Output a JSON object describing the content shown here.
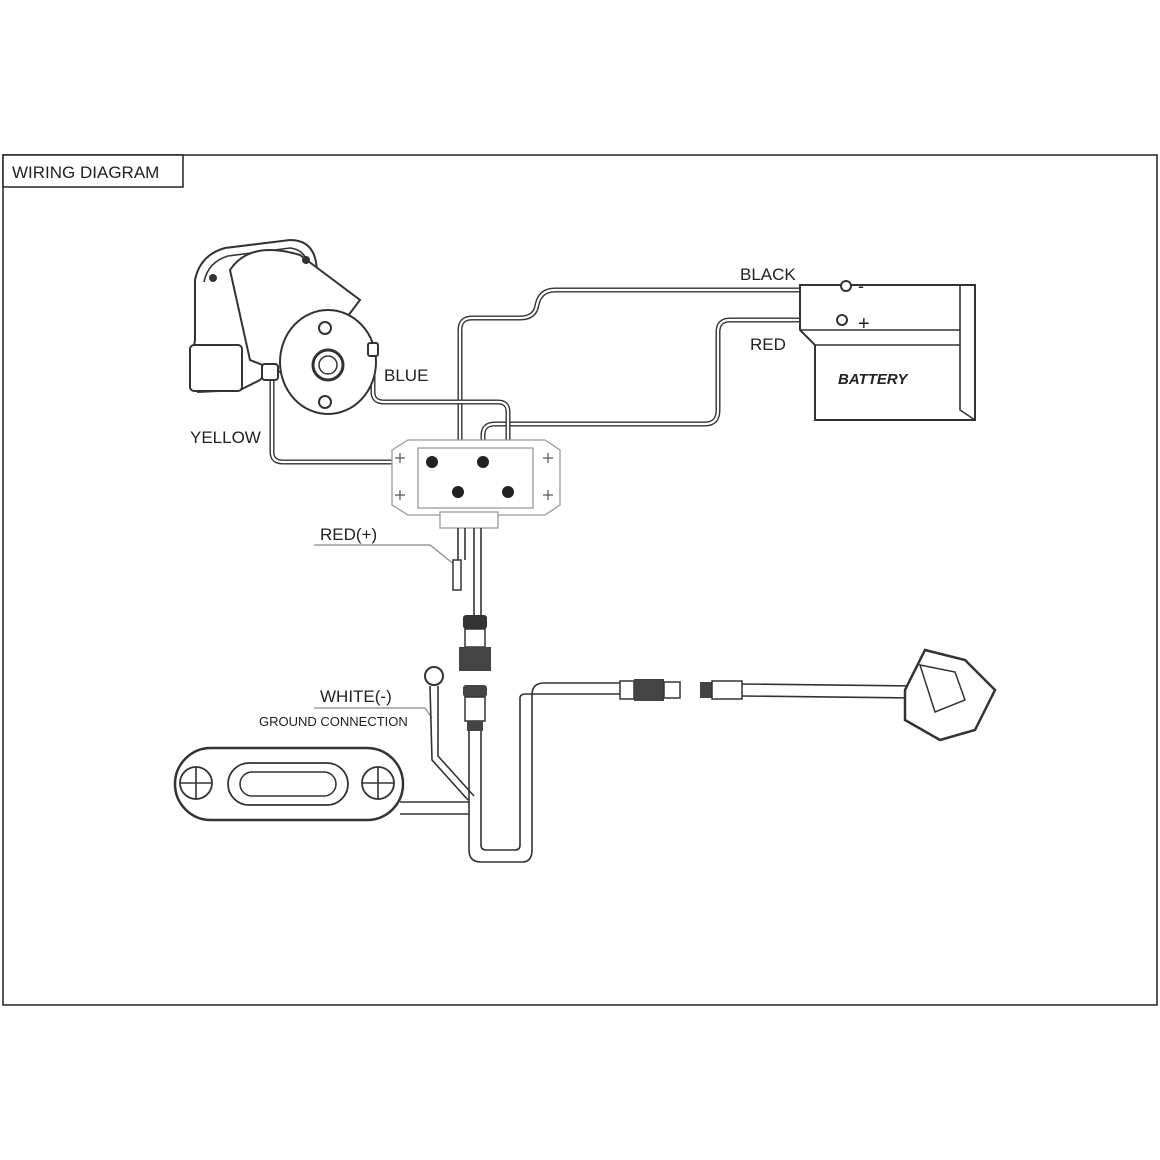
{
  "title": "WIRING DIAGRAM",
  "labels": {
    "black": "BLACK",
    "red": "RED",
    "blue": "BLUE",
    "yellow": "YELLOW",
    "battery": "BATTERY",
    "battery_neg": "-",
    "battery_pos": "+",
    "red_plus": "RED(+)",
    "white_minus": "WHITE(-)",
    "ground": "GROUND CONNECTION"
  },
  "colors": {
    "line": "#333333",
    "frame": "#222222"
  }
}
